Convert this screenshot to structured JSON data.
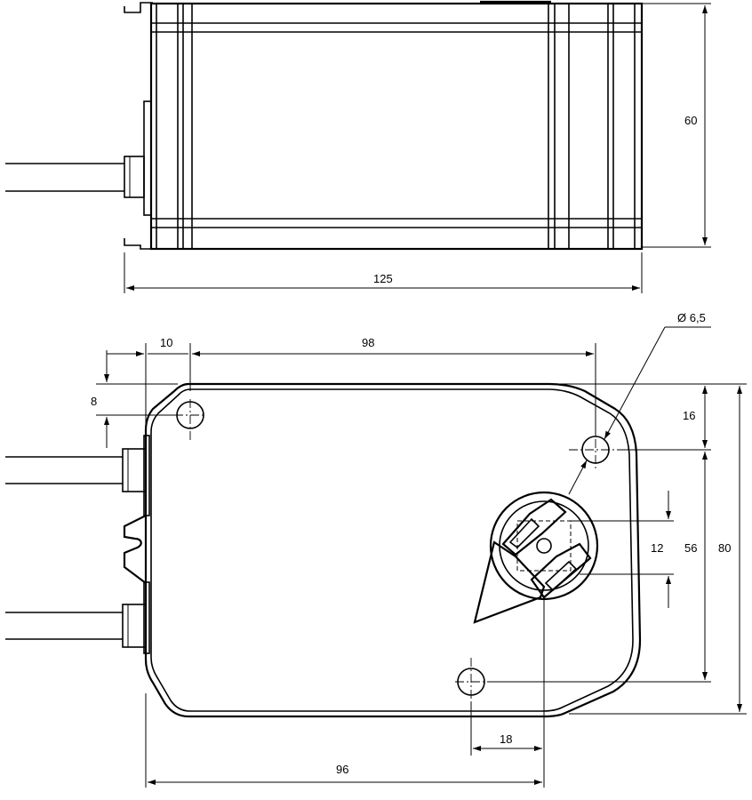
{
  "dimensions": {
    "side_height": "60",
    "side_width": "125",
    "hole_offset_x": "10",
    "hole_spacing_x": "98",
    "hole_offset_y": "8",
    "hole_diameter": "Ø 6,5",
    "right_hole_offset_y": "16",
    "shaft_slot": "12",
    "hole_spacing_y": "56",
    "total_height": "80",
    "shaft_to_hole": "18",
    "body_width": "96"
  }
}
